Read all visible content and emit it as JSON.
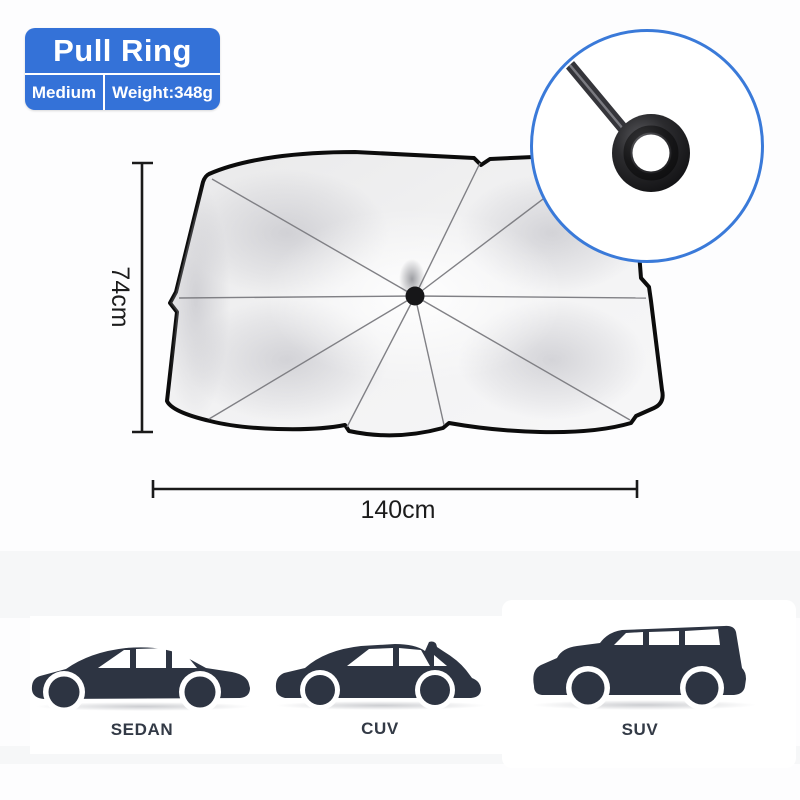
{
  "badge": {
    "title": "Pull Ring",
    "cells": [
      {
        "label": "Medium"
      },
      {
        "label": "Weight:348g"
      }
    ]
  },
  "dimensions": {
    "height": "74cm",
    "width": "140cm"
  },
  "vehicles": [
    {
      "label": "SEDAN"
    },
    {
      "label": "CUV"
    },
    {
      "label": "SUV"
    }
  ],
  "colors": {
    "badge_blue": "#3472d8",
    "inset_border_blue": "#3a7ad9",
    "car_silhouette": "#2d3442",
    "umbrella_outline": "#0c0c0c",
    "dimension_line": "#1a1a1a"
  }
}
